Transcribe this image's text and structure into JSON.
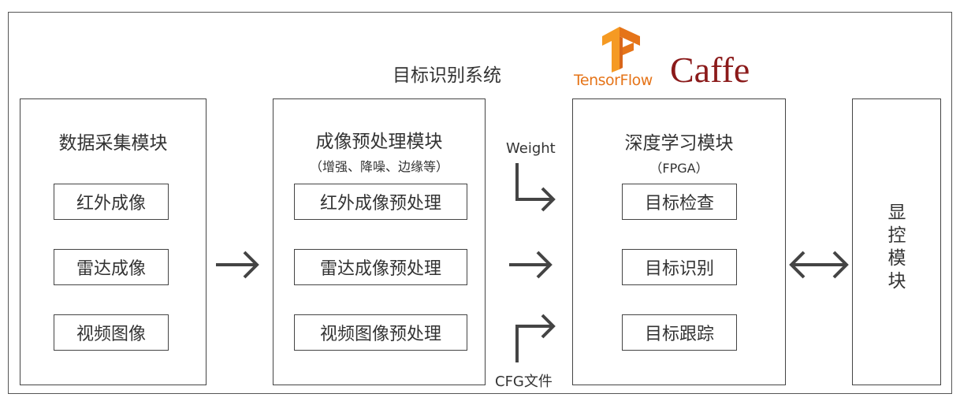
{
  "system_title": "目标识别系统",
  "logos": {
    "tensorflow": "TensorFlow",
    "caffe": "Caffe"
  },
  "modules": {
    "acquisition": {
      "title": "数据采集模块",
      "items": [
        "红外成像",
        "雷达成像",
        "视频图像"
      ]
    },
    "preprocessing": {
      "title": "成像预处理模块",
      "subtitle": "（增强、降噪、边缘等）",
      "items": [
        "红外成像预处理",
        "雷达成像预处理",
        "视频图像预处理"
      ]
    },
    "deep_learning": {
      "title": "深度学习模块",
      "subtitle": "（FPGA）",
      "items": [
        "目标检查",
        "目标识别",
        "目标跟踪"
      ]
    },
    "display": {
      "title": "显控模块"
    }
  },
  "inputs": {
    "weight": "Weight",
    "cfg": "CFG文件"
  },
  "colors": {
    "tf_orange": "#F59A23",
    "tf_orange_dark": "#E57419",
    "caffe_red": "#8B1A1A"
  }
}
